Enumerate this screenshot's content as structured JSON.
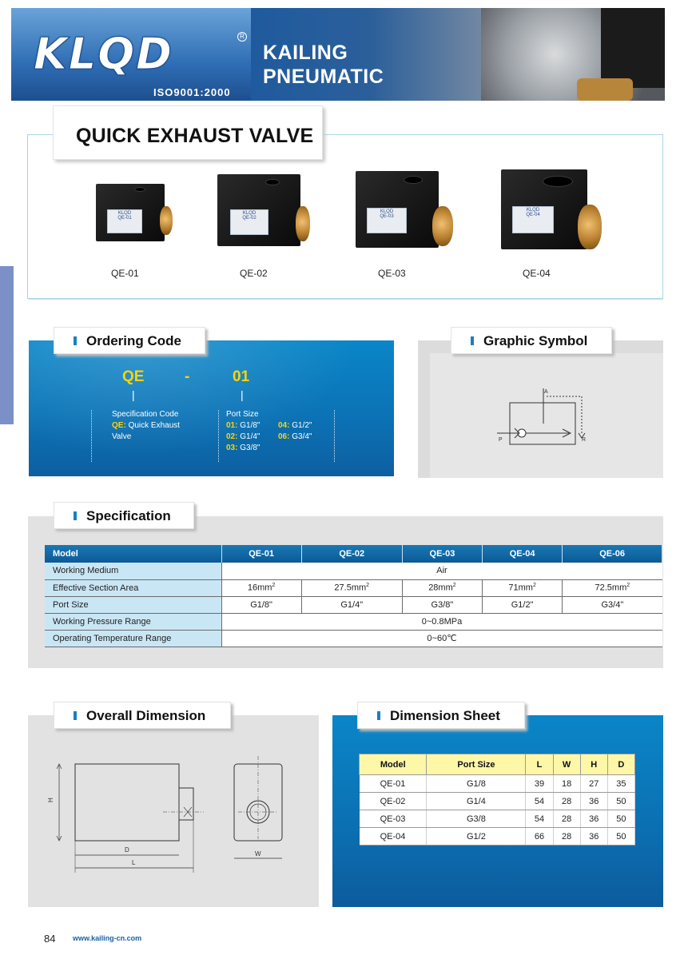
{
  "banner": {
    "logo_text": "KLQD",
    "iso": "ISO9001:2000",
    "brand_line1": "KAILING",
    "brand_line2": "PNEUMATIC"
  },
  "page_title": "QUICK EXHAUST VALVE",
  "products": [
    {
      "name": "QE-01"
    },
    {
      "name": "QE-02"
    },
    {
      "name": "QE-03"
    },
    {
      "name": "QE-04"
    }
  ],
  "ordering_code": {
    "section_title": "Ordering Code",
    "prefix": "QE",
    "dash": "-",
    "suffix": "01",
    "spec_code_label": "Specification Code",
    "spec_code_key": "QE:",
    "spec_code_value_1": "Quick Exhaust",
    "spec_code_value_2": "Valve",
    "port_size_label": "Port Size",
    "ports": [
      {
        "key": "01:",
        "value": "G1/8\""
      },
      {
        "key": "02:",
        "value": "G1/4\""
      },
      {
        "key": "03:",
        "value": "G3/8\""
      },
      {
        "key": "04:",
        "value": "G1/2\""
      },
      {
        "key": "06:",
        "value": "G3/4\""
      }
    ]
  },
  "graphic_symbol": {
    "section_title": "Graphic Symbol",
    "port_a": "A",
    "port_p": "P",
    "port_r": "R"
  },
  "specification": {
    "section_title": "Specification",
    "header": [
      "Model",
      "QE-01",
      "QE-02",
      "QE-03",
      "QE-04",
      "QE-06"
    ],
    "working_medium": {
      "label": "Working Medium",
      "value": "Air"
    },
    "section_area": {
      "label": "Effective Section Area",
      "values": [
        "16mm",
        "27.5mm",
        "28mm",
        "71mm",
        "72.5mm"
      ],
      "unit_sup": "2"
    },
    "port_size": {
      "label": "Port Size",
      "values": [
        "G1/8\"",
        "G1/4\"",
        "G3/8\"",
        "G1/2\"",
        "G3/4\""
      ]
    },
    "pressure": {
      "label": "Working Pressure Range",
      "value": "0~0.8MPa"
    },
    "temperature": {
      "label": "Operating Temperature Range",
      "value": "0~60℃"
    }
  },
  "overall_dimension": {
    "section_title": "Overall Dimension",
    "label_h": "H",
    "label_d": "D",
    "label_l": "L",
    "label_w": "W"
  },
  "dimension_sheet": {
    "section_title": "Dimension Sheet",
    "header": [
      "Model",
      "Port Size",
      "L",
      "W",
      "H",
      "D"
    ],
    "rows": [
      [
        "QE-01",
        "G1/8",
        "39",
        "18",
        "27",
        "35"
      ],
      [
        "QE-02",
        "G1/4",
        "54",
        "28",
        "36",
        "50"
      ],
      [
        "QE-03",
        "G3/8",
        "54",
        "28",
        "36",
        "50"
      ],
      [
        "QE-04",
        "G1/2",
        "66",
        "28",
        "36",
        "50"
      ]
    ]
  },
  "footer": {
    "page_number": "84",
    "website": "www.kailing-cn.com"
  }
}
